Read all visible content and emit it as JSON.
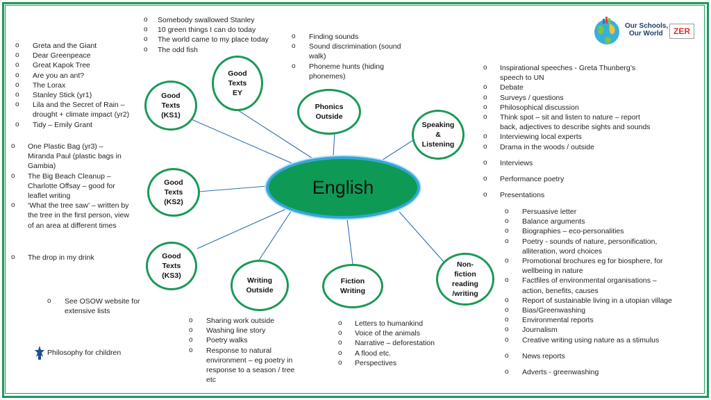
{
  "center": {
    "label": "English"
  },
  "nodes": {
    "good_texts_ey": "Good Texts EY",
    "good_texts_ks1": "Good Texts (KS1)",
    "good_texts_ks2": "Good Texts (KS2)",
    "good_texts_ks3": "Good Texts (KS3)",
    "phonics_outside": "Phonics Outside",
    "speaking_listening": "Speaking & Listening",
    "writing_outside": "Writing Outside",
    "fiction_writing": "Fiction Writing",
    "non_fiction": "Non-fiction reading /writing"
  },
  "lists": {
    "ey": [
      "Somebody swallowed Stanley",
      "10 green things I can do today",
      "The world came to my place today",
      "The odd fish"
    ],
    "ks1": [
      "Greta and the Giant",
      "Dear Greenpeace",
      "Great Kapok Tree",
      "Are you an ant?",
      "The Lorax",
      "Stanley Stick (yr1)",
      "Lila and the Secret of Rain – drought + climate impact (yr2)",
      "Tidy – Emily Grant"
    ],
    "ks2": [
      "One Plastic Bag (yr3) – Miranda Paul (plastic bags in Gambia)",
      "The Big Beach Cleanup – Charlotte Offsay – good for leaflet writing",
      "‘What the tree saw’ – written by the tree in the first person, view of an area at different times"
    ],
    "ks3": [
      "The drop in my drink"
    ],
    "website": [
      "See OSOW website for extensive lists"
    ],
    "phonics": [
      "Finding sounds",
      "Sound discrimination (sound walk)",
      "Phoneme hunts (hiding phonemes)"
    ],
    "speaking": [
      "Inspirational speeches - Greta Thunberg’s speech to UN",
      "Debate",
      "Surveys / questions",
      "Philosophical discussion",
      "Think spot – sit and listen to nature – report back, adjectives to describe sights and sounds",
      "Interviewing local experts",
      "Drama in the woods / outside",
      "Interviews",
      "Performance poetry",
      "Presentations"
    ],
    "writing_outside": [
      "Sharing work outside",
      "Washing line story",
      "Poetry walks",
      "Response to natural environment – eg poetry in response to a season / tree etc"
    ],
    "fiction": [
      "Letters to humankind",
      "Voice of the animals",
      "Narrative – deforestation",
      "A flood etc.",
      "Perspectives"
    ],
    "nonfiction": [
      "Persuasive letter",
      "Balance arguments",
      "Biographies – eco-personalities",
      "Poetry - sounds of nature, personification, alliteration, word choices",
      "Promotional brochures eg for biosphere, for wellbeing in nature",
      "Factfiles of environmental organisations – action, benefits, causes",
      "Report of sustainable living in a utopian village",
      "Bias/Greenwashing",
      "Environmental reports",
      "Journalism",
      "Creative writing using nature as a stimulus",
      "News reports",
      "Adverts - greenwashing"
    ]
  },
  "philosophy": "Philosophy  for children",
  "logo": {
    "line1": "Our Schools,",
    "line2": "Our World",
    "badge": "ZER"
  },
  "colors": {
    "border": "#1b9a5a",
    "center_fill": "#0e9a55",
    "center_ring": "#36a6d9",
    "node_border": "#1a9957",
    "line": "#2f6eb5"
  }
}
